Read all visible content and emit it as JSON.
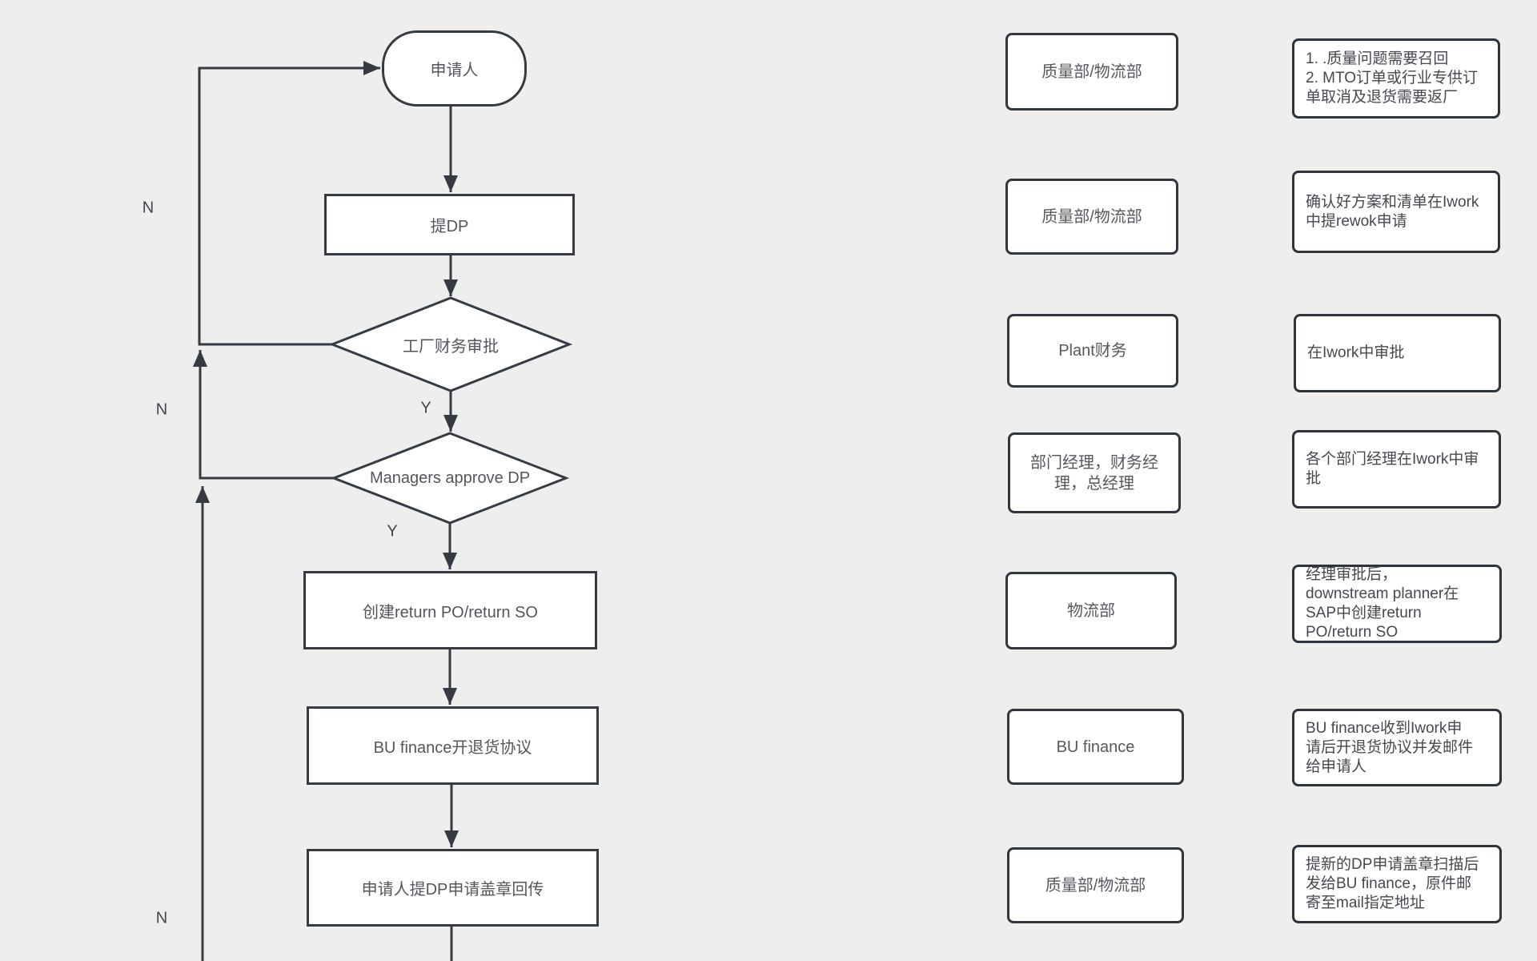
{
  "colors": {
    "background": "#eeeeee",
    "shape_fill": "#ffffff",
    "line_and_border": "#363a42",
    "shape_text": "#53565c"
  },
  "flow": {
    "nodes": {
      "applicant": "申请人",
      "submit_dp": "提DP",
      "plant_finance_approval": "工厂财务审批",
      "managers_approve_dp": "Managers approve DP",
      "create_return": "创建return PO/return SO",
      "bu_finance_agreement": "BU finance开退货协议",
      "stamp_and_return": "申请人提DP申请盖章回传"
    },
    "branch_labels": {
      "n1": "N",
      "n2": "N",
      "n3": "N",
      "y1": "Y",
      "y2": "Y"
    }
  },
  "owners": [
    "质量部/物流部",
    "质量部/物流部",
    "Plant财务",
    "部门经理，财务经\n理，总经理",
    "物流部",
    "BU finance",
    "质量部/物流部"
  ],
  "notes": [
    "1. .质量问题需要召回\n2. MTO订单或行业专供订\n单取消及退货需要返厂",
    "确认好方案和清单在Iwork\n中提rewok申请",
    "在Iwork中审批",
    "各个部门经理在Iwork中审\n批",
    "经理审批后，\ndownstream planner在\nSAP中创建return\nPO/return SO",
    "BU finance收到Iwork申\n请后开退货协议并发邮件\n给申请人",
    "提新的DP申请盖章扫描后\n发给BU finance，原件邮\n寄至mail指定地址"
  ]
}
